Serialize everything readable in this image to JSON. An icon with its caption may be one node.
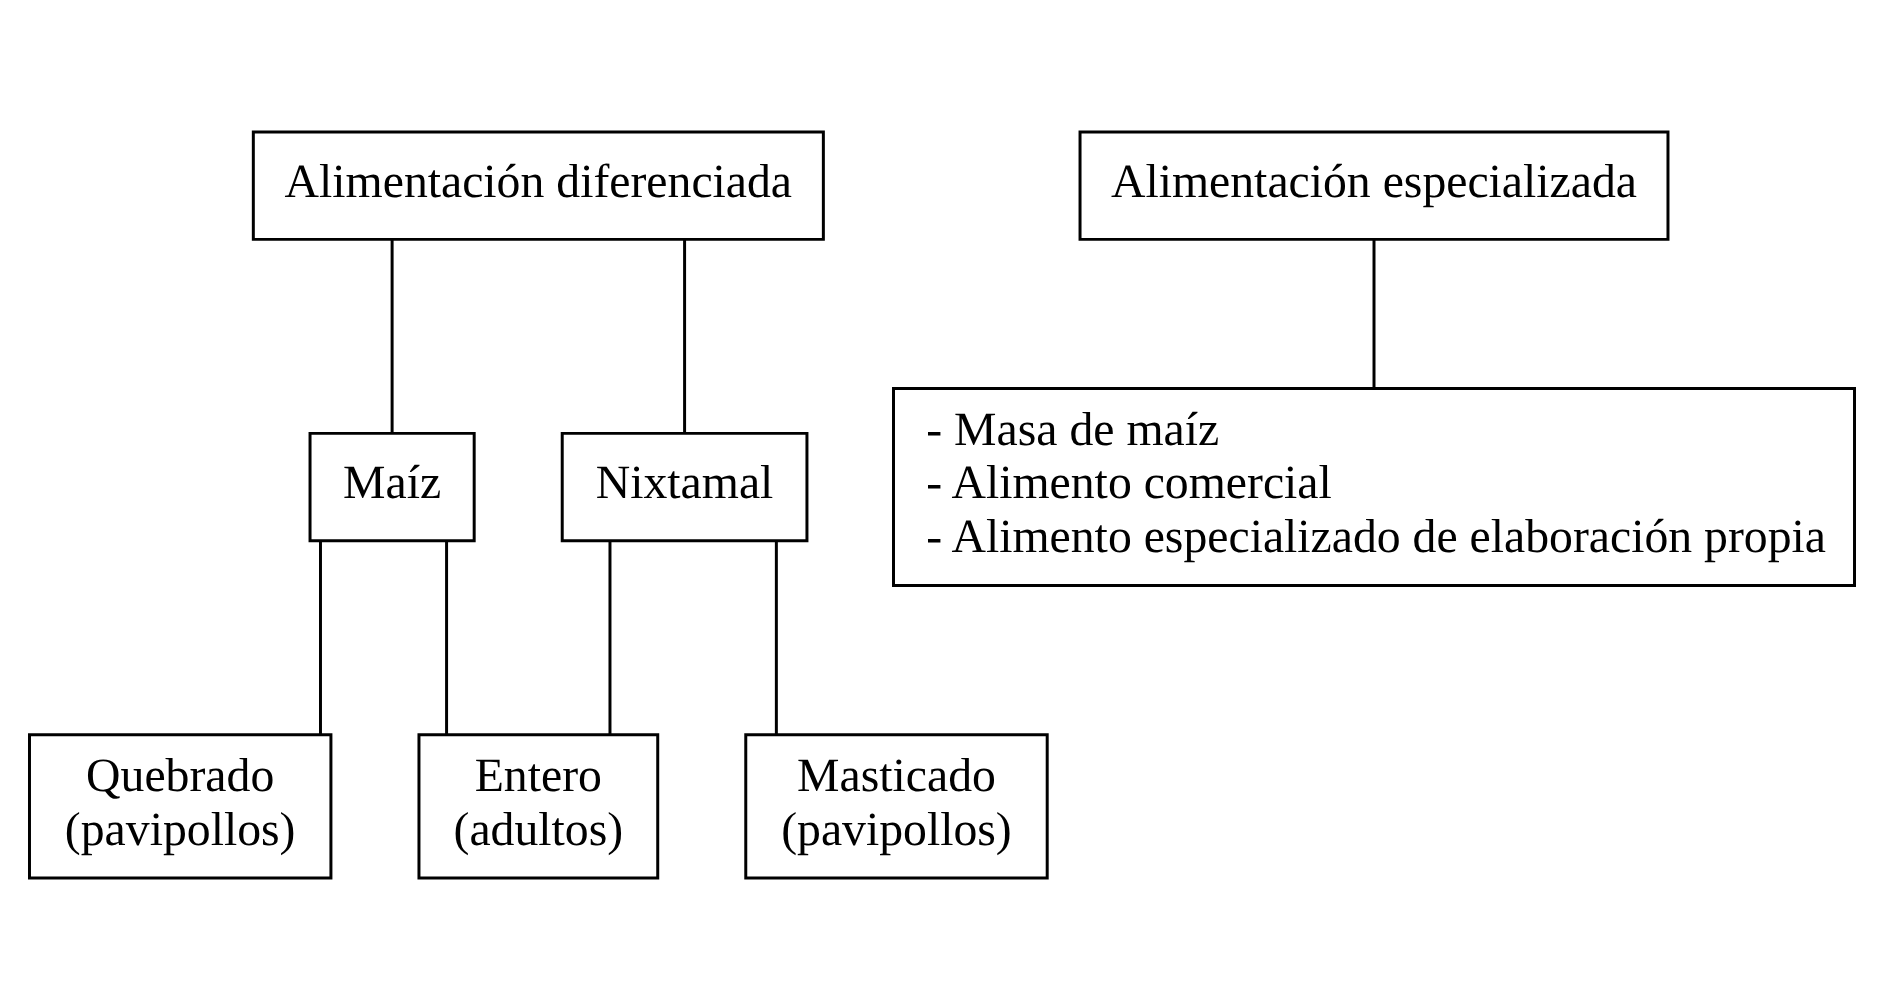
{
  "diagram": {
    "nodes": [
      {
        "text": [
          "Alimentación diferenciada"
        ]
      },
      {
        "text": [
          "Alimentación especializada"
        ]
      },
      {
        "text": [
          "Maíz"
        ]
      },
      {
        "text": [
          "Nixtamal"
        ]
      },
      {
        "text": [
          "- Masa de maíz",
          "- Alimento comercial",
          "- Alimento especializado de elaboración propia"
        ]
      },
      {
        "text": [
          "Quebrado (pavipollos)"
        ]
      },
      {
        "text": [
          "Entero (adultos)"
        ]
      },
      {
        "text": [
          "Masticado (pavipollos)"
        ]
      }
    ],
    "edges": [
      {
        "from": 0,
        "to": 2,
        "arrow": "none"
      },
      {
        "from": 0,
        "to": 3,
        "arrow": "none"
      },
      {
        "from": 1,
        "to": 4,
        "arrow": "none"
      },
      {
        "from": 2,
        "to": 5,
        "arrow": "none"
      },
      {
        "from": 2,
        "to": 6,
        "arrow": "none"
      },
      {
        "from": 3,
        "to": 6,
        "arrow": "none"
      },
      {
        "from": 3,
        "to": 7,
        "arrow": "none"
      }
    ]
  }
}
